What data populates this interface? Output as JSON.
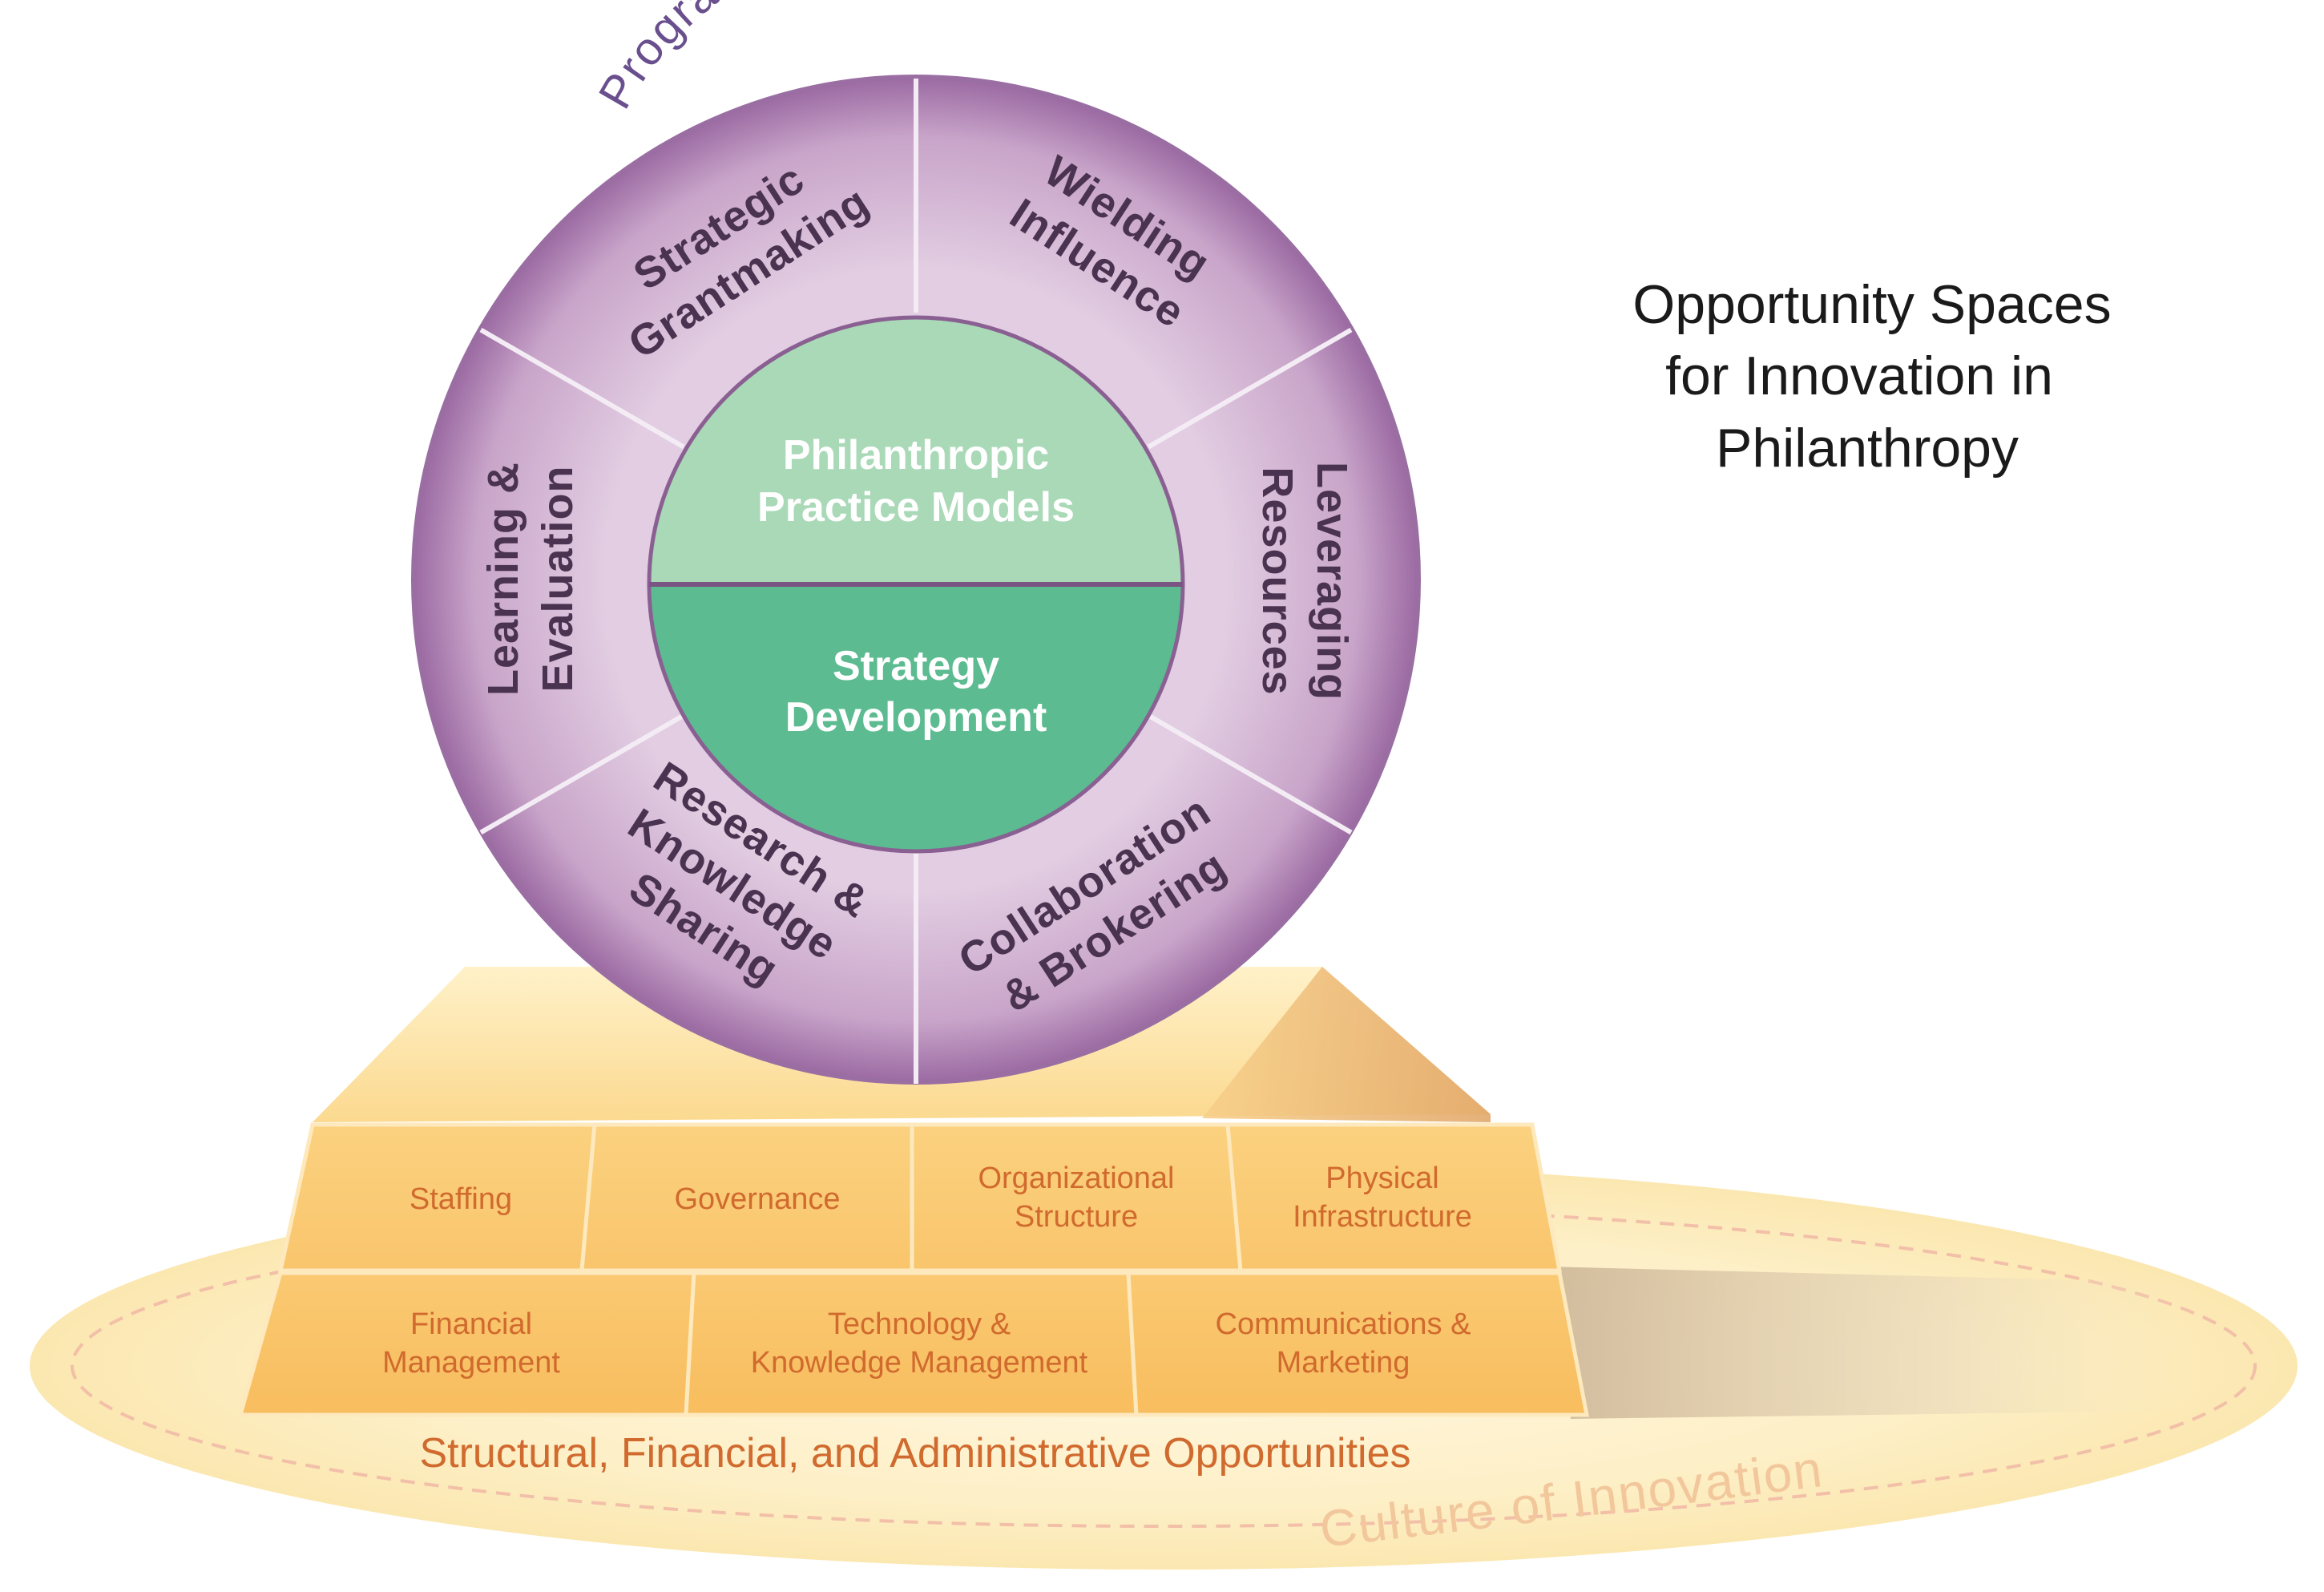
{
  "title": {
    "lines": [
      "Opportunity Spaces",
      "for Innovation in",
      "Philanthropy"
    ]
  },
  "program_opportunities": "Program Opportunities",
  "wheel": {
    "center_top": [
      "Philanthropic",
      "Practice Models"
    ],
    "center_bottom": [
      "Strategy",
      "Development"
    ],
    "segments": {
      "strategic_grantmaking": [
        "Strategic",
        "Grantmaking"
      ],
      "wielding_influence": [
        "Wielding",
        "Influence"
      ],
      "leveraging_resources": [
        "Leveraging",
        "Resources"
      ],
      "collaboration_brokering": [
        "Collaboration",
        "& Brokering"
      ],
      "research_knowledge": [
        "Research &",
        "Knowledge",
        "Sharing"
      ],
      "learning_evaluation": [
        "Learning &",
        "Evaluation"
      ]
    }
  },
  "platform": {
    "row1": [
      {
        "lines": [
          "Staffing"
        ]
      },
      {
        "lines": [
          "Governance"
        ]
      },
      {
        "lines": [
          "Organizational",
          "Structure"
        ]
      },
      {
        "lines": [
          "Physical",
          "Infrastructure"
        ]
      }
    ],
    "row2": [
      {
        "lines": [
          "Financial",
          "Management"
        ]
      },
      {
        "lines": [
          "Technology &",
          "Knowledge Management"
        ]
      },
      {
        "lines": [
          "Communications &",
          "Marketing"
        ]
      }
    ]
  },
  "structural_label": "Structural, Financial, and Administrative Opportunities",
  "culture_label": "Culture of Innovation",
  "colors": {
    "purple_ring": "#a679ad",
    "purple_light": "#dcc3dd",
    "green_top": "#a8d8b6",
    "green_bottom": "#5fbd92",
    "gold": "#f8c46e",
    "gold_light": "#fde4ad",
    "orange_text": "#d06a2e",
    "ellipse": "#fdefc6"
  }
}
